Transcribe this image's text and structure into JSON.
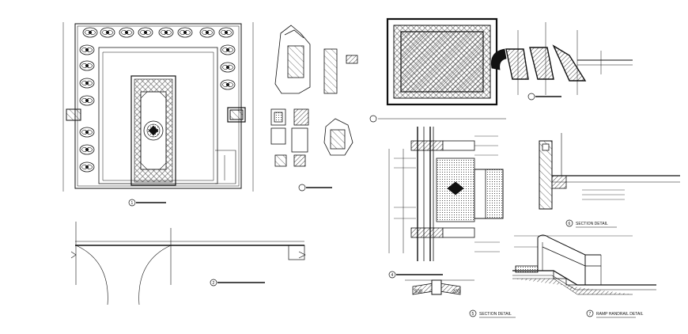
{
  "drawing": {
    "labels": {
      "section_detail_1": "SECTION DETAIL",
      "section_detail_2": "SECTION DETAIL",
      "ramp_handrail": "RAMP HANDRAIL DETAIL"
    },
    "dimensions": {
      "left": "500",
      "right": "200"
    },
    "tags": {
      "tag_a": "1",
      "tag_b": "2",
      "tag_c": "4",
      "tag_d": "5",
      "tag_e": "6",
      "tag_f": "7"
    },
    "colors": {
      "line": "#111111",
      "background": "#ffffff"
    }
  }
}
